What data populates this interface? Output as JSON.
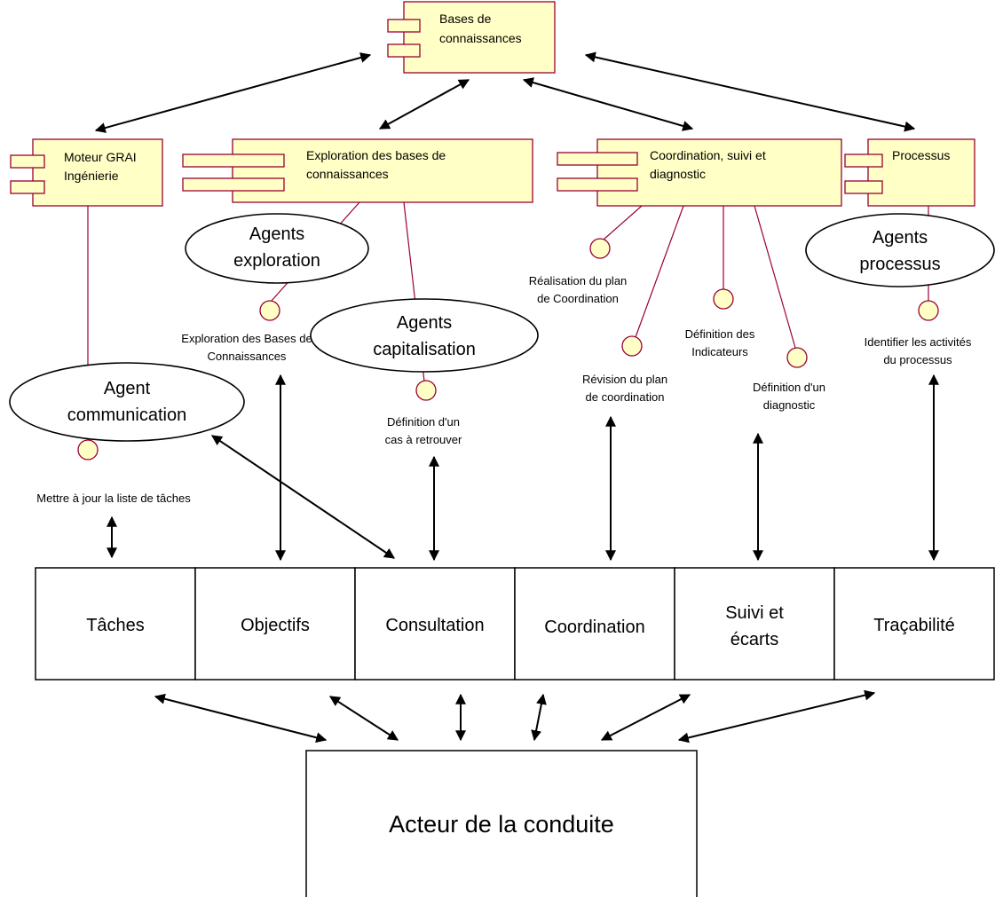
{
  "components": {
    "knowledge_bases": [
      "Bases de",
      "connaissances"
    ],
    "grai_engine": [
      "Moteur GRAI",
      "Ingénierie"
    ],
    "exploration": [
      "Exploration des bases de",
      "connaissances"
    ],
    "coordination": [
      "Coordination, suivi et",
      "diagnostic"
    ],
    "process": [
      "Processus"
    ]
  },
  "agents": {
    "exploration": [
      "Agents",
      "exploration"
    ],
    "capitalisation": [
      "Agents",
      "capitalisation"
    ],
    "communication": [
      "Agent",
      "communication"
    ],
    "process": [
      "Agents",
      "processus"
    ]
  },
  "interfaces": {
    "explore_kb": [
      "Exploration des Bases de",
      "Connaissances"
    ],
    "define_case": [
      "Définition d'un",
      "cas à retrouver"
    ],
    "update_tasks": [
      "Mettre à jour la liste de tâches"
    ],
    "coord_plan": [
      "Réalisation du plan",
      "de Coordination"
    ],
    "revise_plan": [
      "Révision du plan",
      "de coordination"
    ],
    "define_indicators": [
      "Définition des",
      "Indicateurs"
    ],
    "define_diagnostic": [
      "Définition d'un",
      "diagnostic"
    ],
    "identify_activities": [
      "Identifier les activités",
      "du processus"
    ]
  },
  "modules": {
    "tasks": [
      "Tâches"
    ],
    "objectives": [
      "Objectifs"
    ],
    "consultation": [
      "Consultation"
    ],
    "coordination": [
      "Coordination"
    ],
    "monitoring": [
      "Suivi et",
      "écarts"
    ],
    "traceability": [
      "Traçabilité"
    ]
  },
  "actor": [
    "Acteur de la conduite"
  ]
}
